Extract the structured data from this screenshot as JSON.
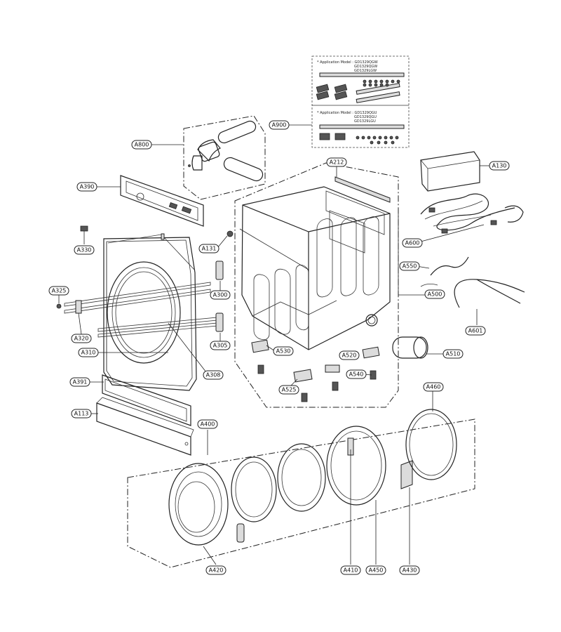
{
  "title": "",
  "labels": {
    "A800": "A800",
    "A900": "A900",
    "A212": "A212",
    "A130": "A130",
    "A390": "A390",
    "A330": "A330",
    "A131": "A131",
    "A600": "A600",
    "A550": "A550",
    "A325": "A325",
    "A300": "A300",
    "A500": "A500",
    "A601": "A601",
    "A320": "A320",
    "A305": "A305",
    "A530": "A530",
    "A520": "A520",
    "A510": "A510",
    "A310": "A310",
    "A308": "A308",
    "A540": "A540",
    "A391": "A391",
    "A525": "A525",
    "A460": "A460",
    "A113": "A113",
    "A400": "A400",
    "A420": "A420",
    "A410": "A410",
    "A450": "A450",
    "A430": "A430"
  },
  "notes": {
    "inset_top_line1": "* Application Model : GD1329QGW",
    "inset_top_line2": "GD1329QGW",
    "inset_top_line3": "GD1329LGW",
    "inset_bottom_line1": "* Application Model : GD1329QGU",
    "inset_bottom_line2": "GD1329QGU",
    "inset_bottom_line3": "GD1329LGU"
  }
}
